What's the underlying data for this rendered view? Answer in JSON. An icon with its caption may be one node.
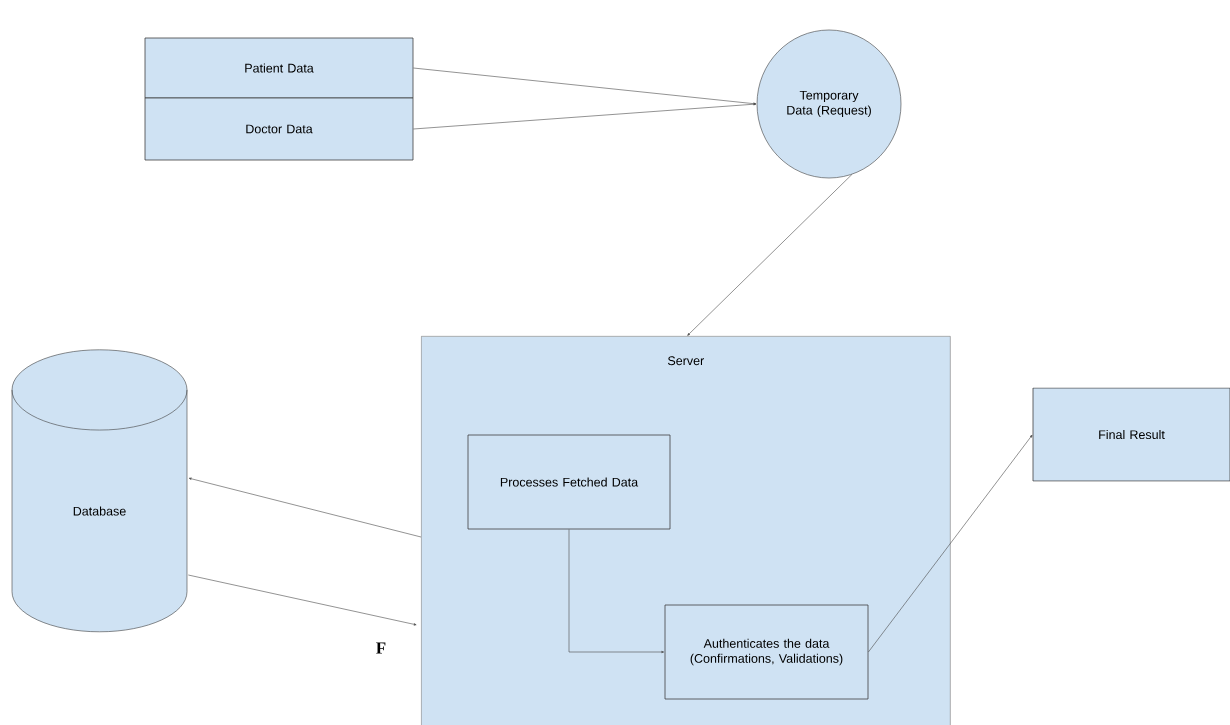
{
  "diagram": {
    "nodes": [
      {
        "text": [
          "Patient Data"
        ]
      },
      {
        "text": [
          "Doctor Data"
        ]
      },
      {
        "text": [
          "Temporary Data (Request)"
        ]
      },
      {
        "text": [
          "Server"
        ]
      },
      {
        "text": [
          "Database"
        ]
      },
      {
        "text": [
          "Final Result"
        ]
      },
      {
        "text": [
          "Processes Fetched Data"
        ],
        "in": 3
      },
      {
        "text": [
          "Authenticates the data (Confirmations, Validations)"
        ],
        "in": 3
      }
    ],
    "edges": [
      {
        "from": 0,
        "to": 2,
        "arrow": "to"
      },
      {
        "from": 1,
        "to": 2,
        "arrow": "to"
      },
      {
        "from": 2,
        "to": 3,
        "arrow": "to"
      },
      {
        "from": 3,
        "to": 4,
        "arrow": "to"
      },
      {
        "from": 4,
        "to": 3,
        "arrow": "to"
      },
      {
        "from": 6,
        "to": 7,
        "arrow": "to"
      },
      {
        "from": 7,
        "to": 5,
        "arrow": "to"
      }
    ],
    "labels": [
      "F"
    ]
  }
}
